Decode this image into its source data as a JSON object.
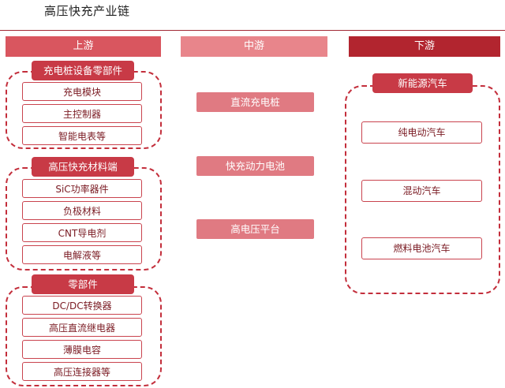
{
  "title": "高压快充产业链",
  "columns": {
    "upstream": "上游",
    "midstream": "中游",
    "downstream": "下游"
  },
  "upstream_groups": [
    {
      "name": "充电桩设备零部件",
      "items": [
        "充电模块",
        "主控制器",
        "智能电表等"
      ]
    },
    {
      "name": "高压快充材料端",
      "items": [
        "SiC功率器件",
        "负极材料",
        "CNT导电剂",
        "电解液等"
      ]
    },
    {
      "name": "零部件",
      "items": [
        "DC/DC转换器",
        "高压直流继电器",
        "薄膜电容",
        "高压连接器等"
      ]
    }
  ],
  "midstream_items": [
    "直流充电桩",
    "快充动力电池",
    "高电压平台"
  ],
  "downstream_group": {
    "name": "新能源汽车",
    "items": [
      "纯电动汽车",
      "混动汽车",
      "燃料电池汽车"
    ]
  },
  "colors": {
    "rule": "#a12a35",
    "upstream_header": "#d9565f",
    "midstream_header": "#e8858b",
    "downstream_header": "#b2252f",
    "group_header": "#c83a46",
    "midstream_box": "#e07a82",
    "dashed_border": "#c32e3b"
  }
}
